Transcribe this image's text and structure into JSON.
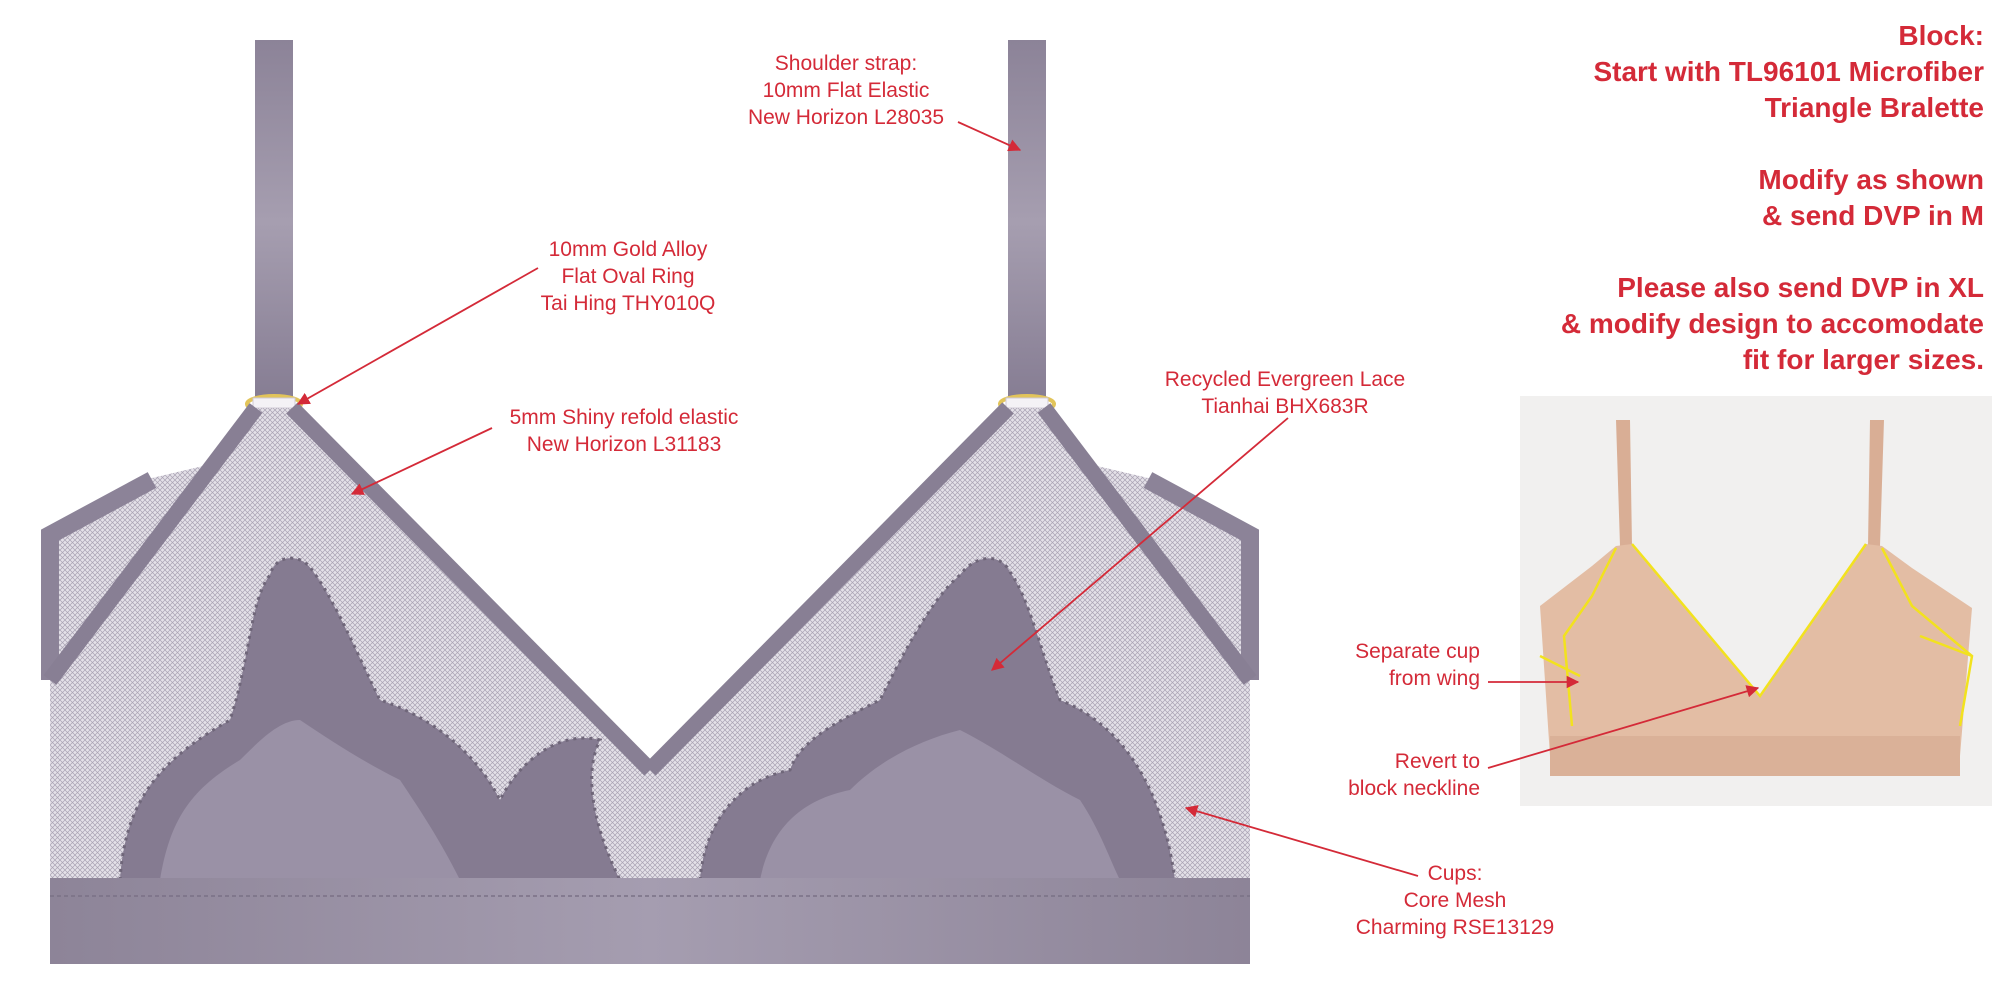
{
  "colors": {
    "garment": "#8f8699",
    "garment_dark": "#6f6679",
    "mesh": "#c9c4cf",
    "lace": "#847b90",
    "annotation": "#d42a38",
    "ring": "#e2c45a",
    "photo_garment": "#e3bda4",
    "photo_highlight": "#f2e21e",
    "photo_background": "#f1f0ef"
  },
  "callouts": {
    "shoulder_strap": "Shoulder strap:\n10mm Flat Elastic\nNew Horizon L28035",
    "ring": "10mm Gold Alloy\nFlat Oval Ring\nTai Hing THY010Q",
    "refold_elastic": "5mm Shiny refold elastic\nNew Horizon L31183",
    "lace": "Recycled Evergreen Lace\nTianhai BHX683R",
    "cups": "Cups:\nCore Mesh\nCharming RSE13129",
    "separate_cup": "Separate cup\nfrom wing",
    "revert_neckline": "Revert to\nblock neckline"
  },
  "notes": {
    "block": "Block:\nStart with TL96101 Microfiber\nTriangle Bralette",
    "modify": "Modify as shown\n& send DVP in M",
    "xl": "Please also send DVP in XL\n& modify design to accomodate\nfit for larger sizes."
  },
  "icons": {
    "ring": "oval-ring-icon",
    "lace_motif": "lace-scallop-pattern"
  }
}
